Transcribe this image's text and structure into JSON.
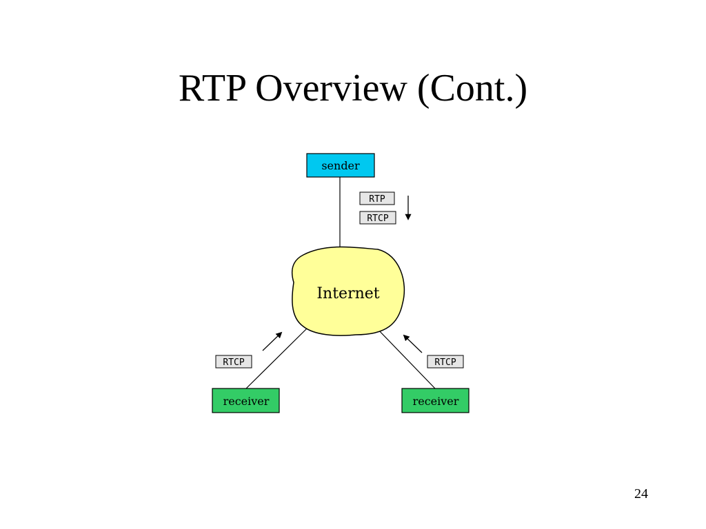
{
  "slide": {
    "title": "RTP Overview (Cont.)",
    "page_number": "24"
  },
  "diagram": {
    "sender": {
      "label": "sender",
      "color": "#00c8f0"
    },
    "internet": {
      "label": "Internet",
      "color": "#ffff99"
    },
    "receivers": [
      {
        "label": "receiver",
        "color": "#33cc66"
      },
      {
        "label": "receiver",
        "color": "#33cc66"
      }
    ],
    "protocol_tags": {
      "sender_rtp": "RTP",
      "sender_rtcp": "RTCP",
      "left_rtcp": "RTCP",
      "right_rtcp": "RTCP"
    },
    "tag_color": "#e6e6e6"
  }
}
